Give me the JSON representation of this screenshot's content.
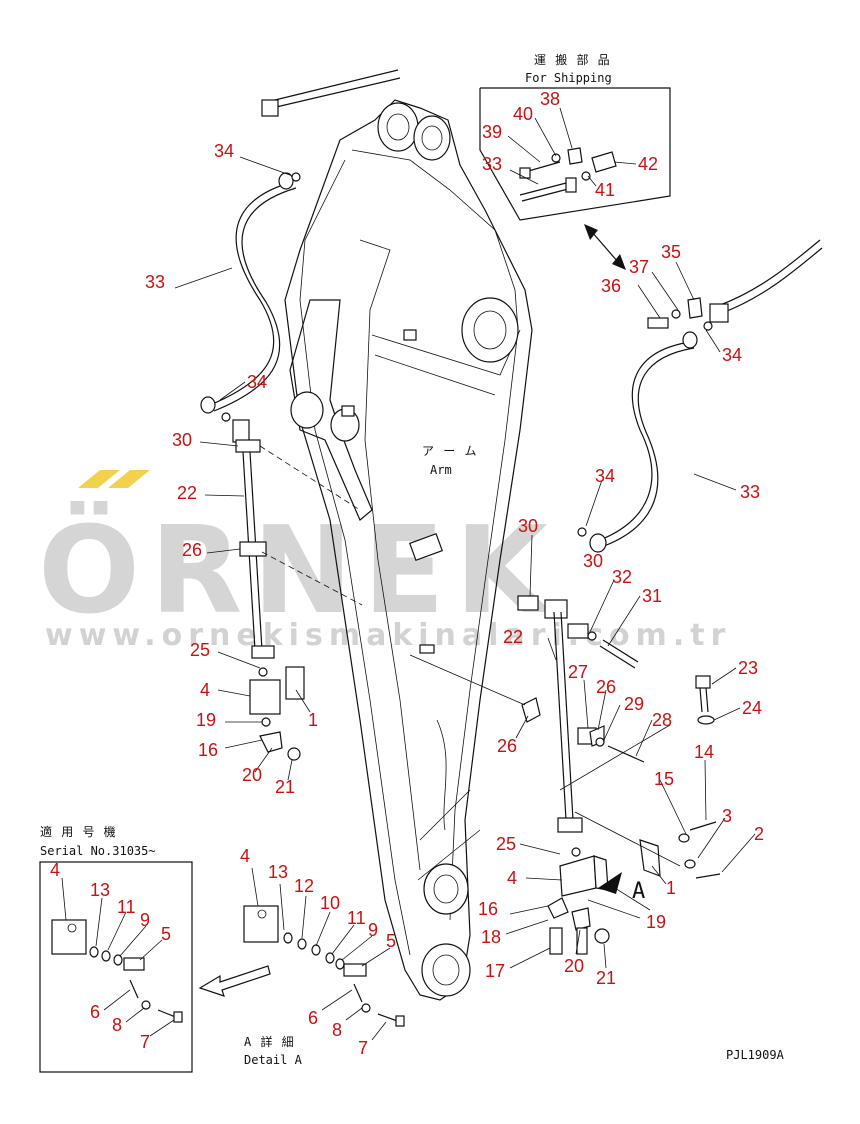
{
  "shipping_box": {
    "title_jp": "運 搬 部 品",
    "title_en": "For Shipping"
  },
  "arm_label": {
    "jp": "ア ー ム",
    "en": "Arm"
  },
  "serial_box": {
    "title_jp": "適 用 号 機",
    "serial": "Serial No.31035~"
  },
  "detail_label": {
    "jp": "A 詳 細",
    "en": "Detail A"
  },
  "arrow_letter": "A",
  "drawing_code": "PJL1909A",
  "watermark": {
    "brand": "ÖRNEK",
    "url": "www.ornekismakinalari.com.tr",
    "accent_color": "#f2d24a",
    "color": "#c8c8c8"
  },
  "label_color": "#cc1111",
  "callouts": {
    "c1": "34",
    "c2": "33",
    "c3": "34",
    "c4": "30",
    "c5": "22",
    "c6": "26",
    "c7": "25",
    "c8": "4",
    "c9": "19",
    "c10": "16",
    "c11": "20",
    "c12": "21",
    "c13": "1",
    "c14": "38",
    "c15": "40",
    "c16": "39",
    "c17": "33",
    "c18": "41",
    "c19": "42",
    "c20": "35",
    "c21": "37",
    "c22": "36",
    "c23": "34",
    "c24": "34",
    "c25": "33",
    "c26": "30",
    "c27": "30",
    "c28": "32",
    "c29": "31",
    "c30": "22",
    "c31": "23",
    "c32": "24",
    "c33": "27",
    "c34": "26",
    "c35": "29",
    "c36": "28",
    "c37": "26",
    "c38": "14",
    "c39": "15",
    "c40": "3",
    "c41": "2",
    "c42": "25",
    "c43": "4",
    "c44": "1",
    "c45": "19",
    "c46": "16",
    "c47": "18",
    "c48": "17",
    "c49": "20",
    "c50": "21",
    "c51": "4",
    "c52": "13",
    "c53": "12",
    "c54": "10",
    "c55": "11",
    "c56": "9",
    "c57": "5",
    "c58": "6",
    "c59": "8",
    "c60": "7",
    "c61": "4",
    "c62": "13",
    "c63": "11",
    "c64": "9",
    "c65": "5",
    "c66": "6",
    "c67": "8",
    "c68": "7"
  }
}
